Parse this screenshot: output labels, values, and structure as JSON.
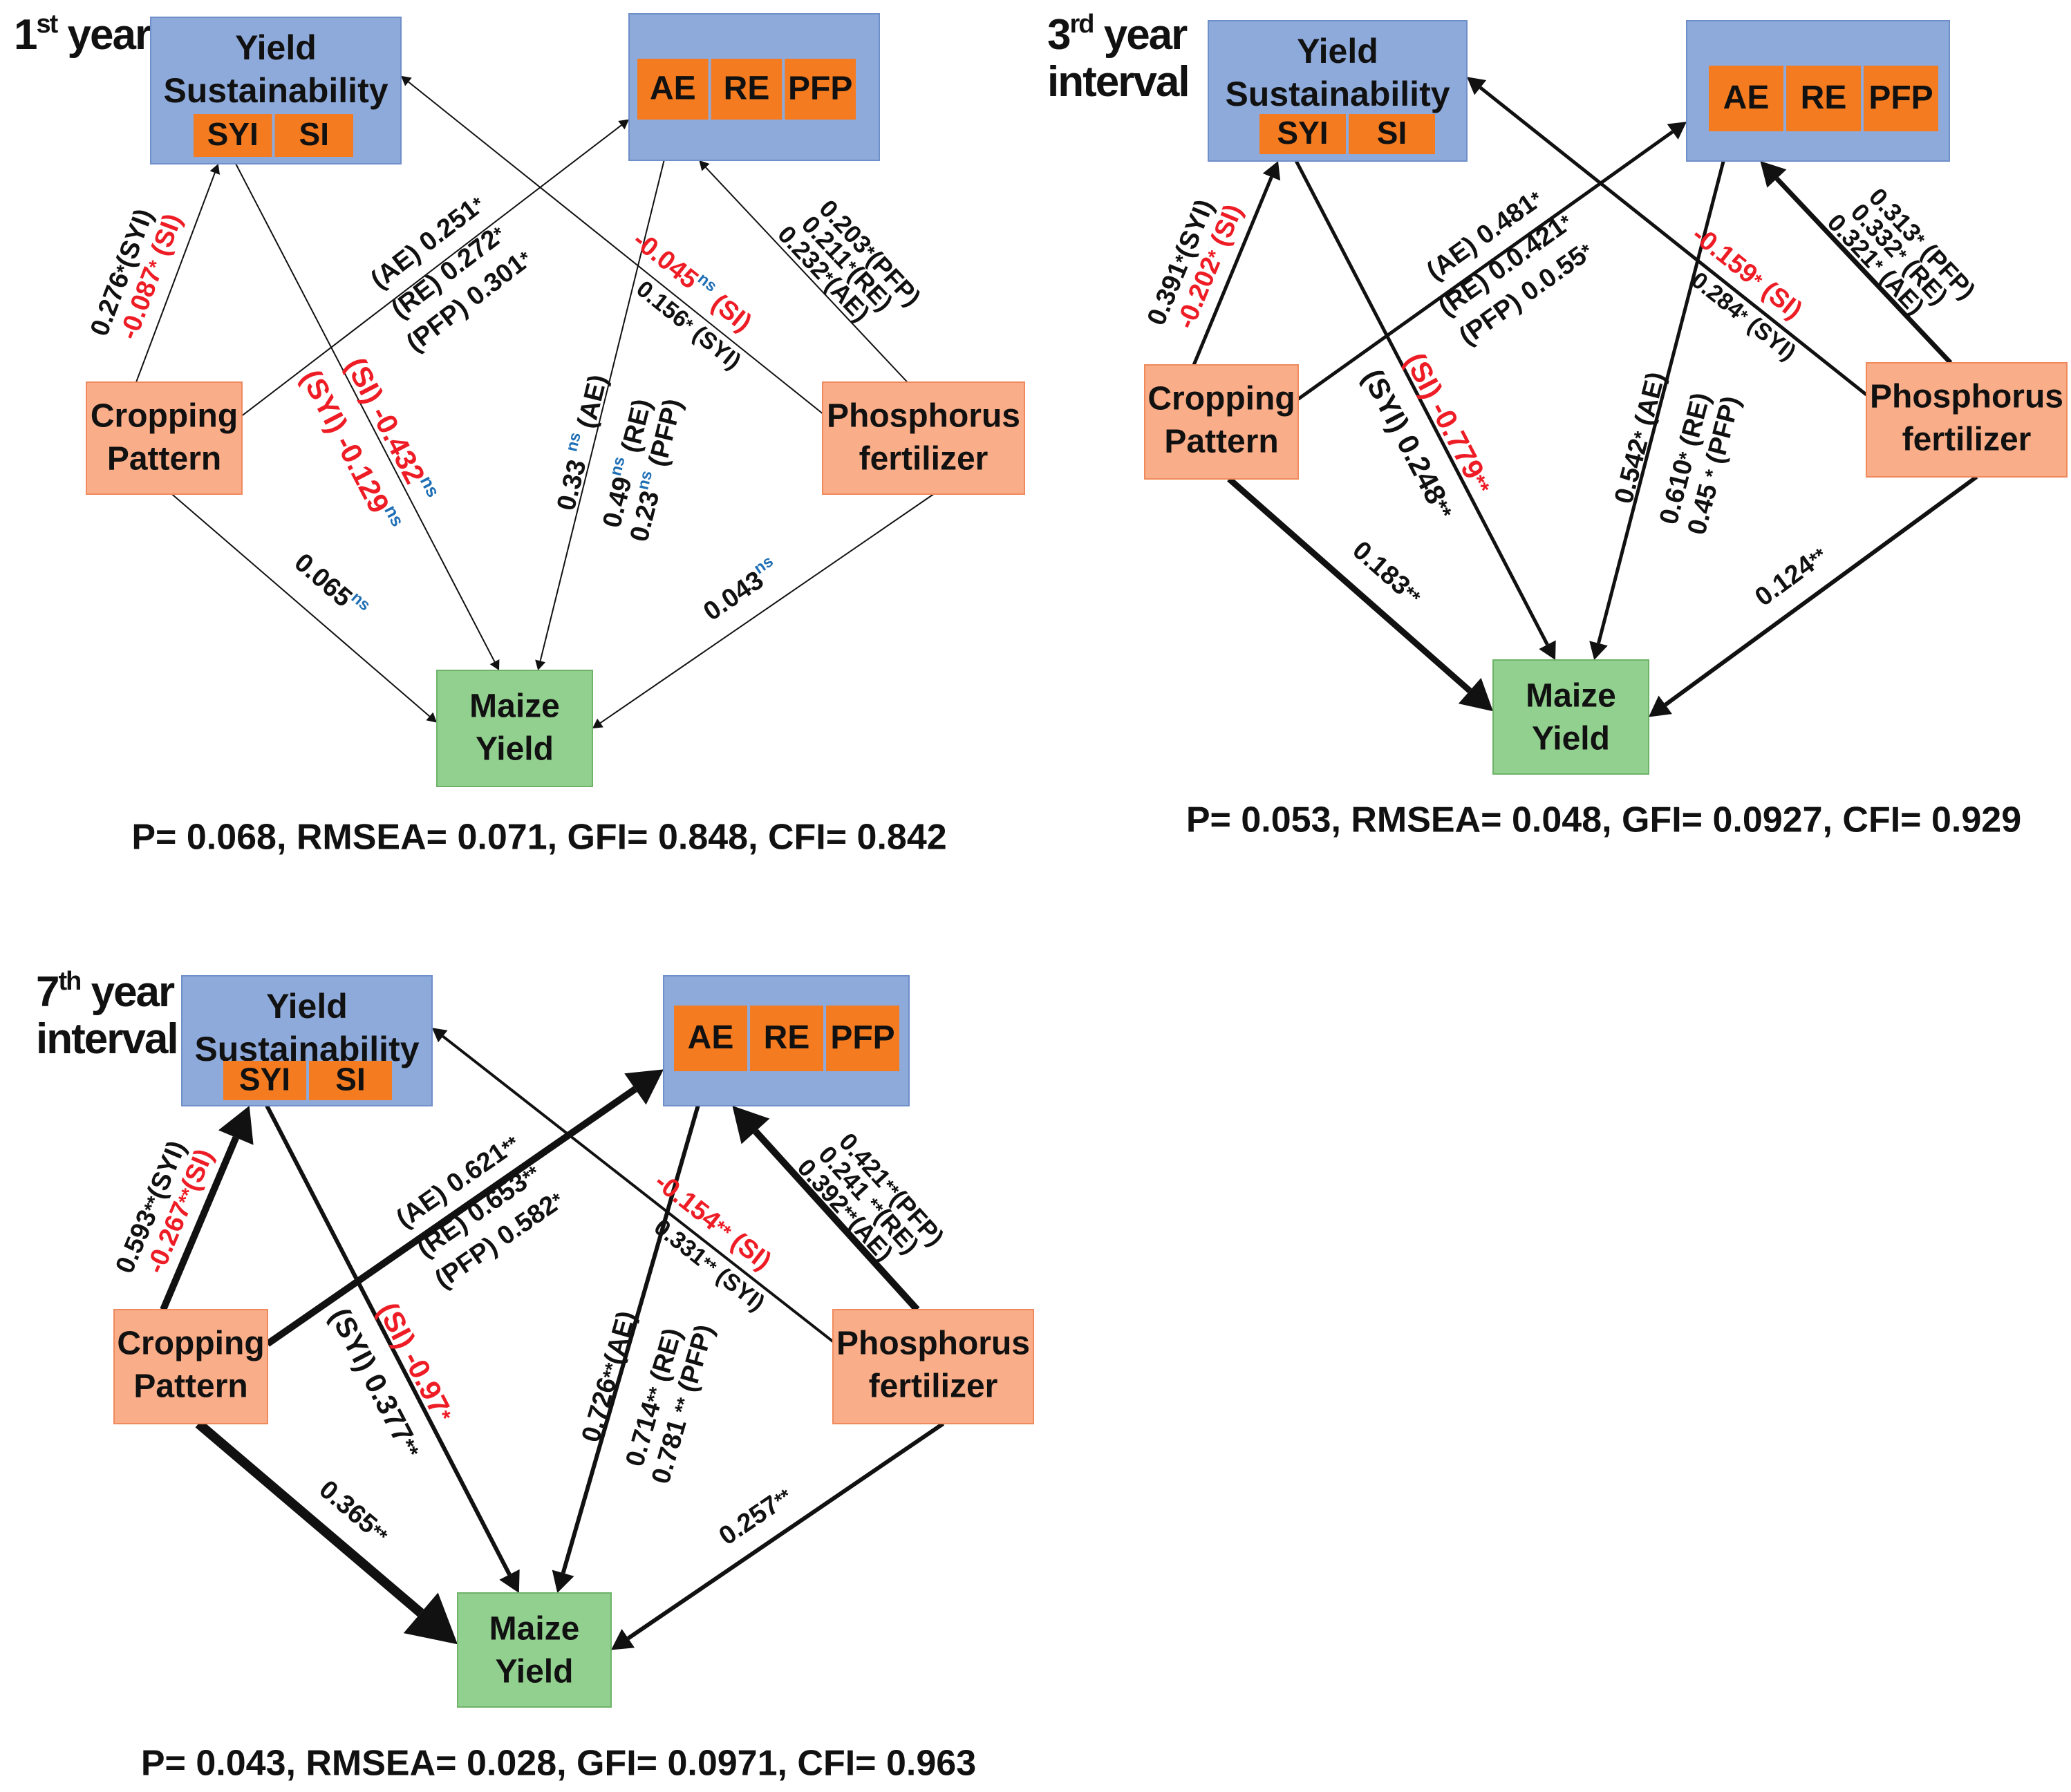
{
  "colors": {
    "sustain_fill": "#8eaadb",
    "sustain_stroke": "#6f8fc9",
    "eff_fill": "#8eaadb",
    "chip_fill": "#f47b20",
    "source_fill": "#f9ad88",
    "source_stroke": "#f08a5d",
    "yield_fill": "#92d08f",
    "yield_stroke": "#6fb36b",
    "black": "#111111",
    "red": "#ee1c25",
    "blue": "#1f6fb5"
  },
  "panels": [
    {
      "id": "p1",
      "title_lines": [
        [
          {
            "t": "1",
            "style": "n"
          },
          {
            "t": "st",
            "style": "sup"
          },
          {
            "t": " year",
            "style": "n"
          }
        ]
      ],
      "stats": "P= 0.068, RMSEA= 0.071, GFI= 0.848, CFI= 0.842",
      "nodes": {
        "sustain": {
          "lines": [
            "Yield",
            "Sustainability"
          ],
          "chips": [
            "SYI",
            "SI"
          ]
        },
        "eff": {
          "chips": [
            "AE",
            "RE",
            "PFP"
          ]
        },
        "crop": {
          "lines": [
            "Cropping",
            "Pattern"
          ]
        },
        "phos": {
          "lines": [
            "Phosphorus",
            "fertilizer"
          ]
        },
        "yield": {
          "lines": [
            "Maize",
            "Yield"
          ]
        }
      },
      "coefs": {
        "crop_sus_syi": [
          {
            "t": "0.276",
            "c": "k"
          },
          {
            "t": "*",
            "c": "k",
            "s": "star"
          },
          {
            "t": "(SYI)",
            "c": "k"
          }
        ],
        "crop_sus_si": [
          {
            "t": "-0.087",
            "c": "r"
          },
          {
            "t": "*",
            "c": "r",
            "s": "star"
          },
          {
            "t": " (SI)",
            "c": "r"
          }
        ],
        "crop_eff_ae": [
          {
            "t": "(AE) 0.251",
            "c": "k"
          },
          {
            "t": "*",
            "c": "k",
            "s": "star"
          }
        ],
        "crop_eff_re": [
          {
            "t": "(RE) 0.272",
            "c": "k"
          },
          {
            "t": "*",
            "c": "k",
            "s": "star"
          }
        ],
        "crop_eff_pfp": [
          {
            "t": "(PFP) 0.301",
            "c": "k"
          },
          {
            "t": "*",
            "c": "k",
            "s": "star"
          }
        ],
        "crop_yield": [
          {
            "t": "0.065",
            "c": "k"
          },
          {
            "t": "ns",
            "c": "b",
            "s": "sup"
          }
        ],
        "sus_yield_si": [
          {
            "t": "(SI) -0.432",
            "c": "r"
          },
          {
            "t": "ns",
            "c": "b",
            "s": "sup"
          }
        ],
        "sus_yield_syi": [
          {
            "t": "(SYI) -0.129",
            "c": "r"
          },
          {
            "t": "ns",
            "c": "b",
            "s": "sup"
          }
        ],
        "eff_yield_ae": [
          {
            "t": "0.33 ",
            "c": "k"
          },
          {
            "t": "ns",
            "c": "b",
            "s": "sup"
          },
          {
            "t": " (AE)",
            "c": "k"
          }
        ],
        "eff_yield_re": [
          {
            "t": "0.49",
            "c": "k"
          },
          {
            "t": "ns",
            "c": "b",
            "s": "sup"
          },
          {
            "t": " (RE)",
            "c": "k"
          }
        ],
        "eff_yield_pfp": [
          {
            "t": "0.23",
            "c": "k"
          },
          {
            "t": "ns",
            "c": "b",
            "s": "sup"
          },
          {
            "t": " (PFP)",
            "c": "k"
          }
        ],
        "phos_sus_si": [
          {
            "t": "-0.045",
            "c": "r"
          },
          {
            "t": "ns",
            "c": "b",
            "s": "sup"
          },
          {
            "t": " (SI)",
            "c": "r"
          }
        ],
        "phos_sus_syi": [
          {
            "t": "0.156",
            "c": "k"
          },
          {
            "t": "*",
            "c": "k",
            "s": "star"
          },
          {
            "t": " (SYI)",
            "c": "k"
          }
        ],
        "phos_eff_pfp": [
          {
            "t": "0.203",
            "c": "k"
          },
          {
            "t": "*",
            "c": "k",
            "s": "star"
          },
          {
            "t": "(PFP)",
            "c": "k"
          }
        ],
        "phos_eff_re": [
          {
            "t": "0.211",
            "c": "k"
          },
          {
            "t": "*",
            "c": "k",
            "s": "star"
          },
          {
            "t": "(RE)",
            "c": "k"
          }
        ],
        "phos_eff_ae": [
          {
            "t": "0.232",
            "c": "k"
          },
          {
            "t": "*",
            "c": "k",
            "s": "star"
          },
          {
            "t": "(AE)",
            "c": "k"
          }
        ],
        "phos_yield": [
          {
            "t": "0.043",
            "c": "k"
          },
          {
            "t": "ns",
            "c": "b",
            "s": "sup"
          }
        ]
      }
    },
    {
      "id": "p3",
      "title_lines": [
        [
          {
            "t": "3",
            "style": "n"
          },
          {
            "t": "rd",
            "style": "sup"
          },
          {
            "t": " year",
            "style": "n"
          }
        ],
        [
          {
            "t": "interval",
            "style": "n"
          }
        ]
      ],
      "stats": "P= 0.053, RMSEA= 0.048, GFI= 0.0927, CFI= 0.929",
      "nodes": {
        "sustain": {
          "lines": [
            "Yield",
            "Sustainability"
          ],
          "chips": [
            "SYI",
            "SI"
          ]
        },
        "eff": {
          "chips": [
            "AE",
            "RE",
            "PFP"
          ]
        },
        "crop": {
          "lines": [
            "Cropping",
            "Pattern"
          ]
        },
        "phos": {
          "lines": [
            "Phosphorus",
            "fertilizer"
          ]
        },
        "yield": {
          "lines": [
            "Maize",
            "Yield"
          ]
        }
      },
      "coefs": {
        "crop_sus_syi": [
          {
            "t": "0.391",
            "c": "k"
          },
          {
            "t": "*",
            "c": "k",
            "s": "star"
          },
          {
            "t": "(SYI)",
            "c": "k"
          }
        ],
        "crop_sus_si": [
          {
            "t": "-0.202",
            "c": "r"
          },
          {
            "t": "*",
            "c": "r",
            "s": "star"
          },
          {
            "t": " (SI)",
            "c": "r"
          }
        ],
        "crop_eff_ae": [
          {
            "t": "(AE) 0.481",
            "c": "k"
          },
          {
            "t": "*",
            "c": "k",
            "s": "star"
          }
        ],
        "crop_eff_re": [
          {
            "t": "(RE) 0.0.421",
            "c": "k"
          },
          {
            "t": "*",
            "c": "k",
            "s": "star"
          }
        ],
        "crop_eff_pfp": [
          {
            "t": "(PFP) 0.0.55",
            "c": "k"
          },
          {
            "t": "*",
            "c": "k",
            "s": "star"
          }
        ],
        "crop_yield": [
          {
            "t": "0.183",
            "c": "k"
          },
          {
            "t": "**",
            "c": "k",
            "s": "star"
          }
        ],
        "sus_yield_si": [
          {
            "t": "(SI) -0.779",
            "c": "r"
          },
          {
            "t": "**",
            "c": "r",
            "s": "star"
          }
        ],
        "sus_yield_syi": [
          {
            "t": "(SYI) 0.248",
            "c": "k"
          },
          {
            "t": "**",
            "c": "k",
            "s": "star"
          }
        ],
        "eff_yield_ae": [
          {
            "t": "0.542",
            "c": "k"
          },
          {
            "t": "*",
            "c": "k",
            "s": "star"
          },
          {
            "t": " (AE)",
            "c": "k"
          }
        ],
        "eff_yield_re": [
          {
            "t": "0.610",
            "c": "k"
          },
          {
            "t": "*",
            "c": "k",
            "s": "star"
          },
          {
            "t": " (RE)",
            "c": "k"
          }
        ],
        "eff_yield_pfp": [
          {
            "t": "0.45 ",
            "c": "k"
          },
          {
            "t": "*",
            "c": "k",
            "s": "star"
          },
          {
            "t": " (PFP)",
            "c": "k"
          }
        ],
        "phos_sus_si": [
          {
            "t": "-0.159",
            "c": "r"
          },
          {
            "t": "*",
            "c": "r",
            "s": "star"
          },
          {
            "t": " (SI)",
            "c": "r"
          }
        ],
        "phos_sus_syi": [
          {
            "t": "0.284",
            "c": "k"
          },
          {
            "t": "*",
            "c": "k",
            "s": "star"
          },
          {
            "t": " (SYI)",
            "c": "k"
          }
        ],
        "phos_eff_pfp": [
          {
            "t": "0.313",
            "c": "k"
          },
          {
            "t": "*",
            "c": "k",
            "s": "star"
          },
          {
            "t": " (PFP)",
            "c": "k"
          }
        ],
        "phos_eff_re": [
          {
            "t": "0.332",
            "c": "k"
          },
          {
            "t": "*",
            "c": "k",
            "s": "star"
          },
          {
            "t": " (RE)",
            "c": "k"
          }
        ],
        "phos_eff_ae": [
          {
            "t": "0.321",
            "c": "k"
          },
          {
            "t": "*",
            "c": "k",
            "s": "star"
          },
          {
            "t": " (AE)",
            "c": "k"
          }
        ],
        "phos_yield": [
          {
            "t": "0.124",
            "c": "k"
          },
          {
            "t": "**",
            "c": "k",
            "s": "star"
          }
        ]
      }
    },
    {
      "id": "p7",
      "title_lines": [
        [
          {
            "t": "7",
            "style": "n"
          },
          {
            "t": "th",
            "style": "sup"
          },
          {
            "t": " year",
            "style": "n"
          }
        ],
        [
          {
            "t": "interval",
            "style": "n"
          }
        ]
      ],
      "stats": "P= 0.043, RMSEA= 0.028, GFI= 0.0971, CFI= 0.963",
      "nodes": {
        "sustain": {
          "lines": [
            "Yield",
            "Sustainability"
          ],
          "chips": [
            "SYI",
            "SI"
          ]
        },
        "eff": {
          "chips": [
            "AE",
            "RE",
            "PFP"
          ]
        },
        "crop": {
          "lines": [
            "Cropping",
            "Pattern"
          ]
        },
        "phos": {
          "lines": [
            "Phosphorus",
            "fertilizer"
          ]
        },
        "yield": {
          "lines": [
            "Maize",
            "Yield"
          ]
        }
      },
      "coefs": {
        "crop_sus_syi": [
          {
            "t": "0.593",
            "c": "k"
          },
          {
            "t": "**",
            "c": "k",
            "s": "star"
          },
          {
            "t": "(SYI)",
            "c": "k"
          }
        ],
        "crop_sus_si": [
          {
            "t": "-0.267",
            "c": "r"
          },
          {
            "t": "**",
            "c": "r",
            "s": "star"
          },
          {
            "t": "(SI)",
            "c": "r"
          }
        ],
        "crop_eff_ae": [
          {
            "t": "(AE) 0.621",
            "c": "k"
          },
          {
            "t": "**",
            "c": "k",
            "s": "star"
          }
        ],
        "crop_eff_re": [
          {
            "t": "(RE) 0.653",
            "c": "k"
          },
          {
            "t": "**",
            "c": "k",
            "s": "star"
          }
        ],
        "crop_eff_pfp": [
          {
            "t": "(PFP) 0.582",
            "c": "k"
          },
          {
            "t": "*",
            "c": "k",
            "s": "star"
          }
        ],
        "crop_yield": [
          {
            "t": "0.365",
            "c": "k"
          },
          {
            "t": "**",
            "c": "k",
            "s": "star"
          }
        ],
        "sus_yield_si": [
          {
            "t": "(SI) -0.97",
            "c": "r"
          },
          {
            "t": "*",
            "c": "r",
            "s": "star"
          }
        ],
        "sus_yield_syi": [
          {
            "t": "(SYI) 0.377",
            "c": "k"
          },
          {
            "t": "**",
            "c": "k",
            "s": "star"
          }
        ],
        "eff_yield_ae": [
          {
            "t": "0.726",
            "c": "k"
          },
          {
            "t": "**",
            "c": "k",
            "s": "star"
          },
          {
            "t": "(AE)",
            "c": "k"
          }
        ],
        "eff_yield_re": [
          {
            "t": "0.714",
            "c": "k"
          },
          {
            "t": "**",
            "c": "k",
            "s": "star"
          },
          {
            "t": " (RE)",
            "c": "k"
          }
        ],
        "eff_yield_pfp": [
          {
            "t": "0.781 ",
            "c": "k"
          },
          {
            "t": "**",
            "c": "k",
            "s": "star"
          },
          {
            "t": " (PFP)",
            "c": "k"
          }
        ],
        "phos_sus_si": [
          {
            "t": "-0.154",
            "c": "r"
          },
          {
            "t": "**",
            "c": "r",
            "s": "star"
          },
          {
            "t": " (SI)",
            "c": "r"
          }
        ],
        "phos_sus_syi": [
          {
            "t": "0.331",
            "c": "k"
          },
          {
            "t": "**",
            "c": "k",
            "s": "star"
          },
          {
            "t": " (SYI)",
            "c": "k"
          }
        ],
        "phos_eff_pfp": [
          {
            "t": "0.421",
            "c": "k"
          },
          {
            "t": "**",
            "c": "k",
            "s": "star"
          },
          {
            "t": "(PFP)",
            "c": "k"
          }
        ],
        "phos_eff_re": [
          {
            "t": "0.241 ",
            "c": "k"
          },
          {
            "t": "**",
            "c": "k",
            "s": "star"
          },
          {
            "t": "(RE)",
            "c": "k"
          }
        ],
        "phos_eff_ae": [
          {
            "t": "0.392",
            "c": "k"
          },
          {
            "t": "**",
            "c": "k",
            "s": "star"
          },
          {
            "t": "(AE)",
            "c": "k"
          }
        ],
        "phos_yield": [
          {
            "t": "0.257",
            "c": "k"
          },
          {
            "t": "**",
            "c": "k",
            "s": "star"
          }
        ]
      }
    }
  ]
}
